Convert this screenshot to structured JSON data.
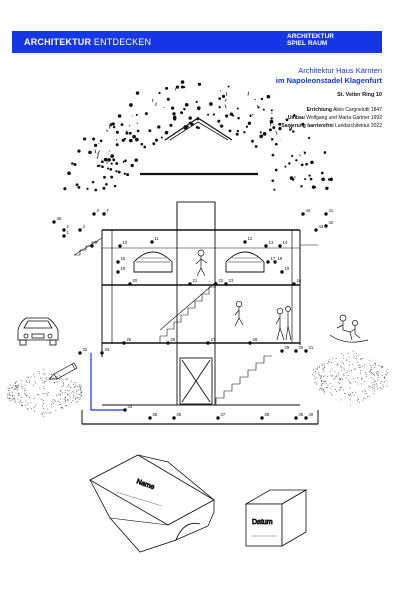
{
  "header": {
    "left_bold": "ARCHITEKTUR",
    "left_light": "ENTDECKEN",
    "brand_line1": "ARCHITEKTUR",
    "brand_line2a": "SPIEL",
    "brand_line2b": "RAUM",
    "bar_color": "#1736e6"
  },
  "info": {
    "title": "Architektur Haus Kärnten",
    "subtitle": "im Napoleonstadel Klagenfurt",
    "address": "St. Veiter Ring 10",
    "credits": [
      {
        "label": "Errichtung",
        "text": "Alois Cargnelutti 1847"
      },
      {
        "label": "Umbau",
        "text": "Wolfgang und Marta Gärtner 1992"
      },
      {
        "label": "Sanierung barrierefrei",
        "text": "Landarchitektur 2022"
      }
    ]
  },
  "fields": {
    "name_label": "Name",
    "date_label": "Datum"
  },
  "dot_labels": [
    "1",
    "2",
    "3",
    "4",
    "7",
    "8",
    "10",
    "11",
    "12",
    "13",
    "14",
    "15",
    "16",
    "17",
    "18",
    "19",
    "20",
    "21",
    "22",
    "23",
    "24",
    "25",
    "26",
    "27",
    "28",
    "29",
    "30",
    "31",
    "32",
    "33",
    "34",
    "35",
    "36",
    "37",
    "38",
    "39",
    "40",
    "41",
    "42",
    "43",
    "44",
    "45"
  ],
  "icons": [
    "pencil-icon",
    "car-icon",
    "people-sitting-icon",
    "staircase-figures-icon"
  ]
}
